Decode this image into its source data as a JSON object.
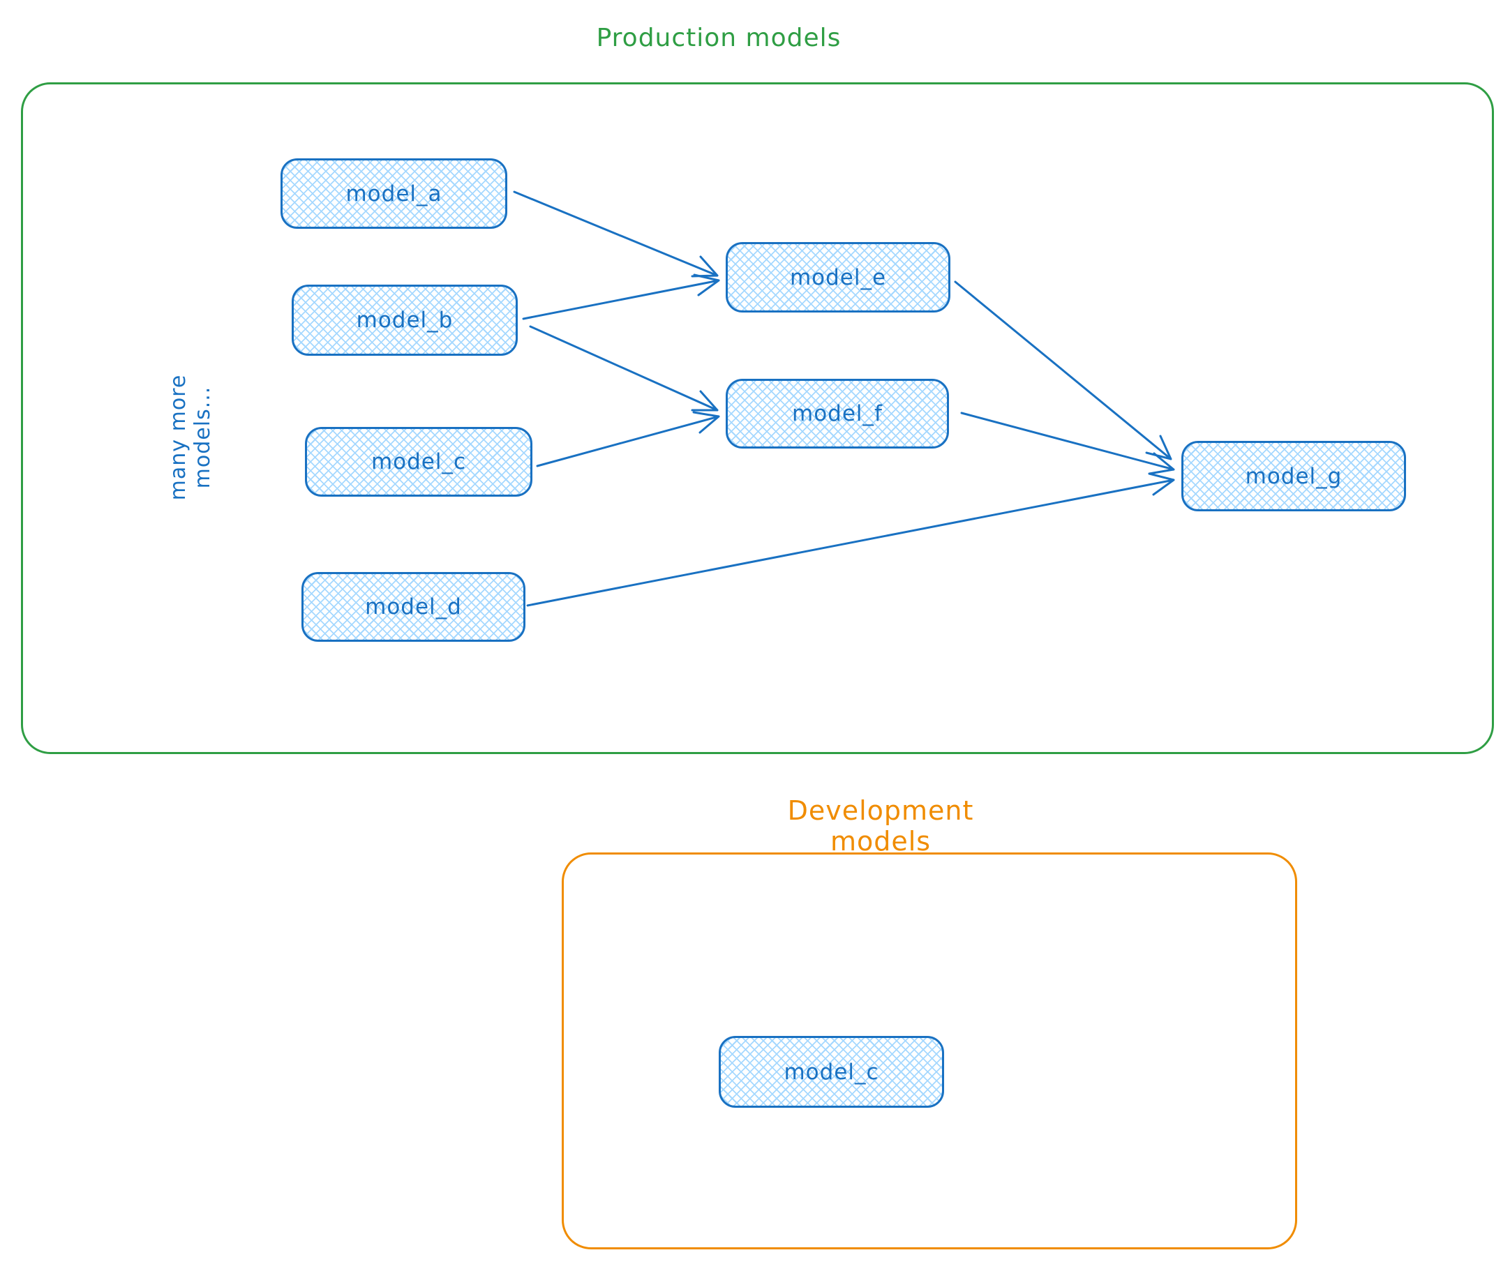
{
  "colors": {
    "blue": "#1971c2",
    "blue_fill": "#a5d8ff",
    "green": "#2f9e44",
    "orange": "#f08c00"
  },
  "production": {
    "title": "Production models",
    "side_note": "many more models...",
    "nodes": [
      {
        "id": "model_a",
        "label": "model_a"
      },
      {
        "id": "model_b",
        "label": "model_b"
      },
      {
        "id": "model_c",
        "label": "model_c"
      },
      {
        "id": "model_d",
        "label": "model_d"
      },
      {
        "id": "model_e",
        "label": "model_e"
      },
      {
        "id": "model_f",
        "label": "model_f"
      },
      {
        "id": "model_g",
        "label": "model_g"
      }
    ]
  },
  "development": {
    "title": "Development models",
    "nodes": [
      {
        "id": "model_c_dev",
        "label": "model_c"
      }
    ]
  },
  "edges": [
    {
      "from": "model_a",
      "to": "model_e"
    },
    {
      "from": "model_b",
      "to": "model_e"
    },
    {
      "from": "model_b",
      "to": "model_f"
    },
    {
      "from": "model_c",
      "to": "model_f"
    },
    {
      "from": "model_d",
      "to": "model_g"
    },
    {
      "from": "model_e",
      "to": "model_g"
    },
    {
      "from": "model_f",
      "to": "model_g"
    }
  ]
}
